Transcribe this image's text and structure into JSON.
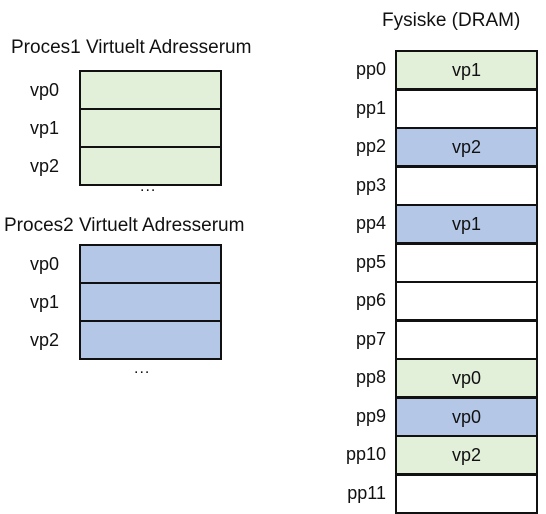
{
  "process1": {
    "title": "Proces1 Virtuelt Adresserum",
    "rows": [
      "vp0",
      "vp1",
      "vp2"
    ],
    "ellipsis": "...",
    "color": "#e2efd9"
  },
  "process2": {
    "title": "Proces2 Virtuelt Adresserum",
    "rows": [
      "vp0",
      "vp1",
      "vp2"
    ],
    "ellipsis": "...",
    "color": "#b4c7e7"
  },
  "physical": {
    "title": "Fysiske (DRAM)",
    "rows": [
      {
        "label": "pp0",
        "content": "vp1",
        "owner": "process1"
      },
      {
        "label": "pp1",
        "content": "",
        "owner": "none"
      },
      {
        "label": "pp2",
        "content": "vp2",
        "owner": "process2"
      },
      {
        "label": "pp3",
        "content": "",
        "owner": "none"
      },
      {
        "label": "pp4",
        "content": "vp1",
        "owner": "process2"
      },
      {
        "label": "pp5",
        "content": "",
        "owner": "none"
      },
      {
        "label": "pp6",
        "content": "",
        "owner": "none"
      },
      {
        "label": "pp7",
        "content": "",
        "owner": "none"
      },
      {
        "label": "pp8",
        "content": "vp0",
        "owner": "process1"
      },
      {
        "label": "pp9",
        "content": "vp0",
        "owner": "process2"
      },
      {
        "label": "pp10",
        "content": "vp2",
        "owner": "process1"
      },
      {
        "label": "pp11",
        "content": "",
        "owner": "none"
      }
    ]
  }
}
